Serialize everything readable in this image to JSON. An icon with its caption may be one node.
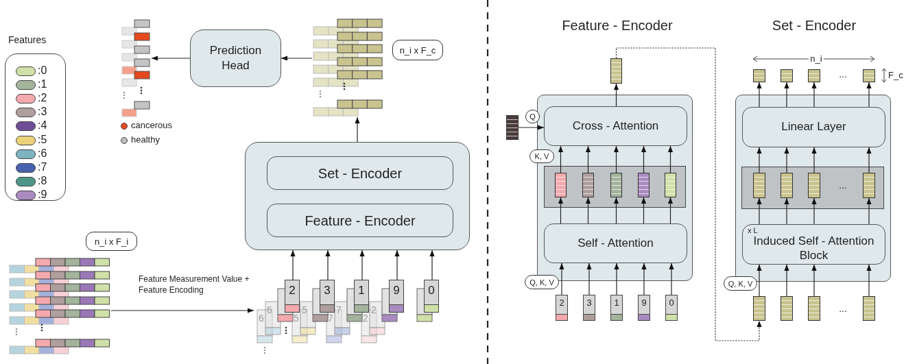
{
  "diagram": {
    "nodes": [
      {
        "text": [],
        "shape": "picture"
      },
      {
        "text": [
          "Prediction Head"
        ]
      },
      {
        "text": [],
        "shape": "picture"
      },
      {
        "text": [
          "n_i x F_c"
        ]
      },
      {
        "text": [],
        "shape": "box"
      },
      {
        "text": [
          "Set - Encoder"
        ],
        "in": 4
      },
      {
        "text": [
          "Feature - Encoder"
        ],
        "in": 4
      },
      {
        "text": [
          "n_i x F_i"
        ]
      },
      {
        "text": [],
        "shape": "picture"
      },
      {
        "text": [],
        "shape": "picture"
      },
      {
        "text": [
          "2"
        ],
        "in": 9
      },
      {
        "text": [
          "3"
        ],
        "in": 9
      },
      {
        "text": [
          "1"
        ],
        "in": 9
      },
      {
        "text": [
          "9"
        ],
        "in": 9
      },
      {
        "text": [
          "0"
        ],
        "in": 9
      },
      {
        "text": [],
        "shape": "box"
      },
      {
        "text": [
          "Cross - Attention"
        ],
        "in": 15
      },
      {
        "text": [],
        "shape": "box",
        "in": 15
      },
      {
        "text": [],
        "shape": "bar",
        "in": 17
      },
      {
        "text": [],
        "shape": "bar",
        "in": 17
      },
      {
        "text": [],
        "shape": "bar",
        "in": 17
      },
      {
        "text": [],
        "shape": "bar",
        "in": 17
      },
      {
        "text": [],
        "shape": "bar",
        "in": 17
      },
      {
        "text": [
          "Self - Attention"
        ],
        "in": 15
      },
      {
        "text": [
          "2"
        ]
      },
      {
        "text": [
          "3"
        ]
      },
      {
        "text": [
          "1"
        ]
      },
      {
        "text": [
          "9"
        ]
      },
      {
        "text": [
          "0"
        ]
      },
      {
        "text": [],
        "shape": "bar"
      },
      {
        "text": [],
        "shape": "bar"
      },
      {
        "text": [
          "Q"
        ]
      },
      {
        "text": [
          "K, V"
        ]
      },
      {
        "text": [
          "Q, K, V"
        ]
      },
      {
        "text": [],
        "shape": "box"
      },
      {
        "text": [
          "Linear Layer"
        ],
        "in": 34
      },
      {
        "text": [],
        "shape": "box",
        "in": 34
      },
      {
        "text": [],
        "shape": "bar",
        "in": 36
      },
      {
        "text": [],
        "shape": "bar",
        "in": 36
      },
      {
        "text": [],
        "shape": "bar",
        "in": 36
      },
      {
        "text": [],
        "shape": "bar",
        "in": 36
      },
      {
        "text": [
          "x L",
          "Induced Self - Attention Block"
        ],
        "in": 34
      },
      {
        "text": [
          "Q, K, V"
        ]
      },
      {
        "text": [],
        "shape": "bar"
      },
      {
        "text": [],
        "shape": "bar"
      },
      {
        "text": [],
        "shape": "bar"
      },
      {
        "text": [],
        "shape": "bar"
      },
      {
        "text": [],
        "shape": "bar"
      },
      {
        "text": [],
        "shape": "bar"
      },
      {
        "text": [],
        "shape": "bar"
      },
      {
        "text": [],
        "shape": "bar"
      }
    ],
    "edges": [
      {
        "from": 1,
        "to": 0,
        "arrow": "to"
      },
      {
        "from": 2,
        "to": 1,
        "arrow": "to"
      },
      {
        "from": 4,
        "to": 2,
        "arrow": "to"
      },
      {
        "from": 10,
        "to": 4,
        "arrow": "to"
      },
      {
        "from": 11,
        "to": 4,
        "arrow": "to"
      },
      {
        "from": 12,
        "to": 4,
        "arrow": "to"
      },
      {
        "from": 13,
        "to": 4,
        "arrow": "to"
      },
      {
        "from": 14,
        "to": 4,
        "arrow": "to"
      },
      {
        "from": 8,
        "to": 9,
        "arrow": "to",
        "label": "Feature Measurement Value + Feature Encoding"
      },
      {
        "from": 24,
        "to": 23,
        "arrow": "to"
      },
      {
        "from": 25,
        "to": 23,
        "arrow": "to"
      },
      {
        "from": 26,
        "to": 23,
        "arrow": "to"
      },
      {
        "from": 27,
        "to": 23,
        "arrow": "to"
      },
      {
        "from": 28,
        "to": 23,
        "arrow": "to"
      },
      {
        "from": 23,
        "to": 18,
        "arrow": "to"
      },
      {
        "from": 23,
        "to": 19,
        "arrow": "to"
      },
      {
        "from": 23,
        "to": 20,
        "arrow": "to"
      },
      {
        "from": 23,
        "to": 21,
        "arrow": "to"
      },
      {
        "from": 23,
        "to": 22,
        "arrow": "to"
      },
      {
        "from": 18,
        "to": 16,
        "arrow": "to"
      },
      {
        "from": 19,
        "to": 16,
        "arrow": "to"
      },
      {
        "from": 20,
        "to": 16,
        "arrow": "to"
      },
      {
        "from": 21,
        "to": 16,
        "arrow": "to"
      },
      {
        "from": 22,
        "to": 16,
        "arrow": "to"
      },
      {
        "from": 30,
        "to": 16,
        "arrow": "to"
      },
      {
        "from": 16,
        "to": 29,
        "arrow": "to"
      },
      {
        "from": 29,
        "to": 47,
        "arrow": "to",
        "style": "dashed"
      },
      {
        "from": 47,
        "to": 41,
        "arrow": "to"
      },
      {
        "from": 48,
        "to": 41,
        "arrow": "to"
      },
      {
        "from": 49,
        "to": 41,
        "arrow": "to"
      },
      {
        "from": 50,
        "to": 41,
        "arrow": "to"
      },
      {
        "from": 41,
        "to": 37,
        "arrow": "to"
      },
      {
        "from": 41,
        "to": 38,
        "arrow": "to"
      },
      {
        "from": 41,
        "to": 39,
        "arrow": "to"
      },
      {
        "from": 41,
        "to": 40,
        "arrow": "to"
      },
      {
        "from": 37,
        "to": 35,
        "arrow": "to"
      },
      {
        "from": 38,
        "to": 35,
        "arrow": "to"
      },
      {
        "from": 39,
        "to": 35,
        "arrow": "to"
      },
      {
        "from": 40,
        "to": 35,
        "arrow": "to"
      },
      {
        "from": 35,
        "to": 43,
        "arrow": "to"
      },
      {
        "from": 35,
        "to": 44,
        "arrow": "to"
      },
      {
        "from": 35,
        "to": 45,
        "arrow": "to"
      },
      {
        "from": 35,
        "to": 46,
        "arrow": "to"
      }
    ],
    "labels": [
      "Features",
      "6",
      "6",
      "5",
      "5",
      "7",
      "7",
      "2",
      "2",
      "Feature - Encoder",
      "Set - Encoder",
      "n_i",
      "F_c",
      "...",
      "...",
      "..."
    ],
    "legend": [
      {
        "text": ":0",
        "color": "#cfe0a8"
      },
      {
        "text": ":1",
        "color": "#a3b39c"
      },
      {
        "text": ":2",
        "color": "#f4a9ae"
      },
      {
        "text": ":3",
        "color": "#ae9e9c"
      },
      {
        "text": ":4",
        "color": "#6e4e96"
      },
      {
        "text": ":5",
        "color": "#ebd27a"
      },
      {
        "text": ":6",
        "color": "#7eb3c2"
      },
      {
        "text": ":7",
        "color": "#4862ad"
      },
      {
        "text": ":8",
        "color": "#4f9688"
      },
      {
        "text": ":9",
        "color": "#a98bc0"
      },
      {
        "text": "cancerous",
        "color": "#e44a1e"
      },
      {
        "text": "healthy",
        "color": "#bdbdbd"
      }
    ]
  }
}
